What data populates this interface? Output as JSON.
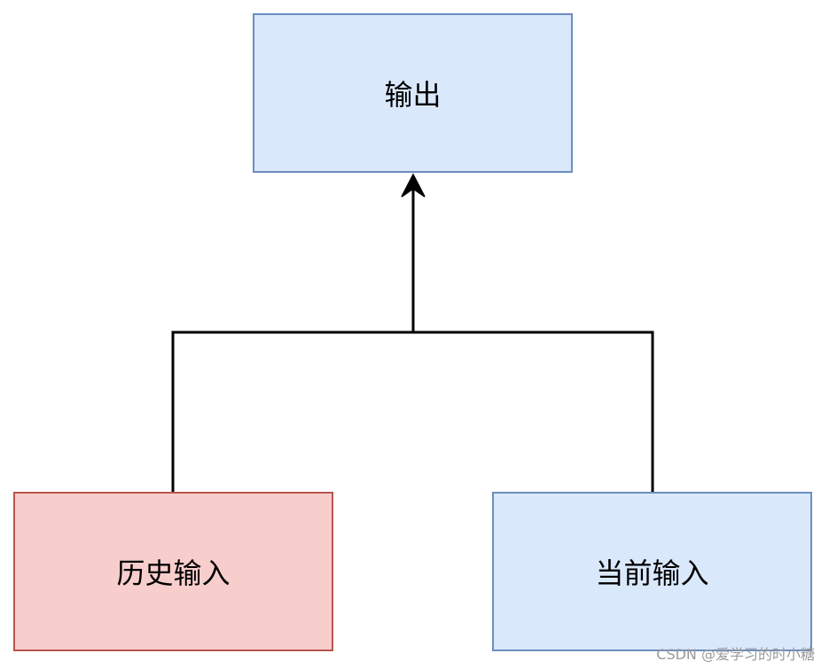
{
  "nodes": {
    "output": {
      "label": "输出",
      "fill": "#dae8fc",
      "stroke": "#6c8ebf"
    },
    "history_input": {
      "label": "历史输入",
      "fill": "#f8cecc",
      "stroke": "#b85450"
    },
    "current_input": {
      "label": "当前输入",
      "fill": "#dae8fc",
      "stroke": "#6c8ebf"
    }
  },
  "edges": [
    {
      "from": "history_input",
      "to": "output",
      "arrow": "end"
    },
    {
      "from": "current_input",
      "to": "output",
      "arrow": "end"
    }
  ],
  "line_color": "#000000",
  "watermark": "CSDN @爱学习的时小糖"
}
